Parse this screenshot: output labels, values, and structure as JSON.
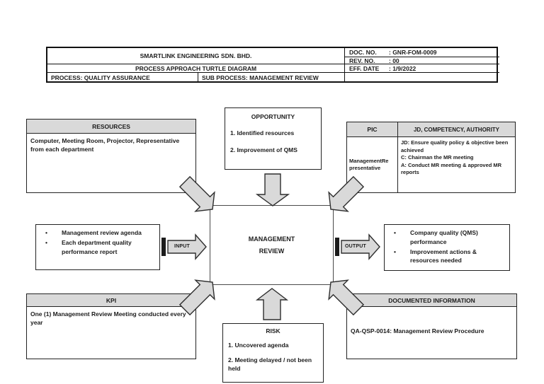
{
  "header_table": {
    "company": "SMARTLINK ENGINEERING SDN. BHD.",
    "doc_title": "PROCESS APPROACH TURTLE DIAGRAM",
    "process_label": "PROCESS: QUALITY ASSURANCE",
    "sub_process_label": "SUB PROCESS: MANAGEMENT REVIEW",
    "doc_no_label": "DOC. NO.",
    "doc_no_value": ": GNR-FOM-0009",
    "rev_no_label": "REV. NO.",
    "rev_no_value": ": 00",
    "eff_date_label": "EFF. DATE",
    "eff_date_value": ": 1/9/2022"
  },
  "diagram": {
    "resources": {
      "title": "RESOURCES",
      "body": "Computer, Meeting Room, Projector, Representative from each department"
    },
    "opportunity": {
      "title": "OPPORTUNITY",
      "items": [
        "1. Identified resources",
        "2. Improvement of QMS"
      ]
    },
    "pic": {
      "col1_header": "PIC",
      "col2_header": "JD, COMPETENCY, AUTHORITY",
      "col1_body": "ManagementRe presentative",
      "col2_lines": [
        "JD: Ensure quality policy & objective been achieved",
        "C: Chairman the MR meeting",
        "A: Conduct MR meeting & approved MR reports"
      ]
    },
    "input_box": {
      "items": [
        "Management review agenda",
        "Each department quality performance report"
      ]
    },
    "input_arrow_label": "INPUT",
    "center": {
      "title": "MANAGEMENT REVIEW"
    },
    "output_arrow_label": "OUTPUT",
    "output_box": {
      "items": [
        "Company quality (QMS) performance",
        "Improvement actions & resources needed"
      ]
    },
    "kpi": {
      "title": "KPI",
      "body": "One (1) Management Review Meeting conducted every year"
    },
    "risk": {
      "title": "RISK",
      "items": [
        "1. Uncovered agenda",
        "2. Meeting delayed / not been held"
      ]
    },
    "documented_information": {
      "title": "DOCUMENTED INFORMATION",
      "body": "QA-QSP-0014: Management Review Procedure"
    }
  },
  "colors": {
    "header_band_fill": "#d9d9d9",
    "arrow_fill": "#d9d9d9",
    "arrow_stroke": "#2e2e2e",
    "border": "#111111"
  }
}
